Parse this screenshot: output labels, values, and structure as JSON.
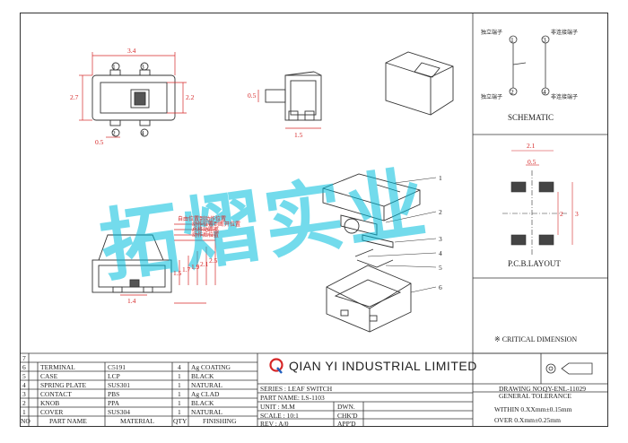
{
  "watermark": "拓熠实业",
  "dims": {
    "top_width": "3.4",
    "top_height": "2.7",
    "top_inner": "2.2",
    "top_pin_gap": "0.5",
    "side_protrusion": "0.5",
    "side_depth": "1.5",
    "front_1": "1.5",
    "front_2": "1.7",
    "front_3": "1.9",
    "front_4": "2.1",
    "front_5": "2.5",
    "front_width": "1.4"
  },
  "pin_labels": [
    "1",
    "3",
    "2",
    "4"
  ],
  "front_notes": [
    "自由位置到动作位置",
    "动作位置到断开位置",
    "总移动距离",
    "动作后位置"
  ],
  "schematic": {
    "title": "SCHEMATIC",
    "labels": [
      "独立端子",
      "非连接端子",
      "独立端子",
      "非连接端子"
    ],
    "pins": [
      "1",
      "3",
      "2",
      "4"
    ]
  },
  "pcb": {
    "title": "P.C.B.LAYOUT",
    "dims": [
      "2.1",
      "0.5",
      "2",
      "3"
    ]
  },
  "callouts": [
    "1",
    "2",
    "3",
    "4",
    "5",
    "6"
  ],
  "critical": "※ CRITICAL  DIMENSION",
  "bom": {
    "header": [
      "NO",
      "PART NAME",
      "MATERIAL",
      "QTY",
      "FINISHING"
    ],
    "rows": [
      [
        "7",
        "",
        "",
        "",
        ""
      ],
      [
        "6",
        "TERMINAL",
        "C5191",
        "4",
        "Ag COATING"
      ],
      [
        "5",
        "CASE",
        "LCP",
        "1",
        "BLACK"
      ],
      [
        "4",
        "SPRING PLATE",
        "SUS301",
        "1",
        "NATURAL"
      ],
      [
        "3",
        "CONTACT",
        "PBS",
        "1",
        "Ag CLAD"
      ],
      [
        "2",
        "KNOB",
        "PPA",
        "1",
        "BLACK"
      ],
      [
        "1",
        "COVER",
        "SUS304",
        "1",
        "NATURAL"
      ]
    ]
  },
  "title_block": {
    "company": "QIAN YI INDUSTRIAL LIMITED",
    "series": "SERIES : LEAF SWITCH",
    "part_name": "PART NAME: LS-1103",
    "unit": "UNIT : M.M",
    "scale": "SCALE : 10:1",
    "rev": "REV   : A/0",
    "dwn": "DWN.",
    "chkd": "CHK'D",
    "appd": "APP'D",
    "drawing_no_label": "DRAWING NO:",
    "drawing_no": "QY-ENL-11029",
    "general_tolerance": "GENERAL TOLERANCE",
    "within": "WITHIN  0.XXmm±0.15mm",
    "over": "OVER    0.Xmm±0.25mm"
  },
  "colors": {
    "dim_red": "#d62728",
    "line": "#333333",
    "watermark": "#00bedc"
  }
}
